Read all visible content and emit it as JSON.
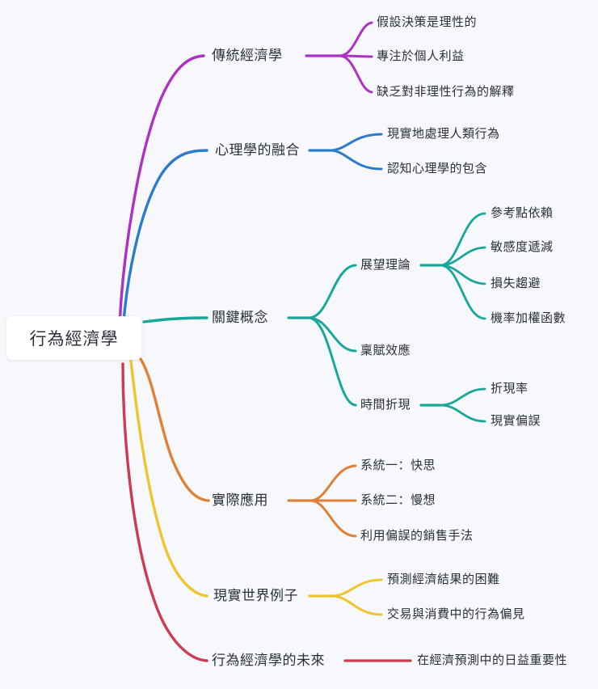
{
  "diagram": {
    "type": "mind-map",
    "title": "行為經濟學",
    "background_color": "#f7f8fc",
    "root": {
      "label": "行為經濟學",
      "box_fill": "#ffffff",
      "text_color": "#2b2f38"
    },
    "branches": [
      {
        "label": "傳統經濟學",
        "color": "#ad31c4",
        "children": [
          {
            "label": "假設決策是理性的",
            "children": []
          },
          {
            "label": "專注於個人利益",
            "children": []
          },
          {
            "label": "缺乏對非理性行為的解釋",
            "children": []
          }
        ]
      },
      {
        "label": "心理學的融合",
        "color": "#2b7ccc",
        "children": [
          {
            "label": "現實地處理人類行為",
            "children": []
          },
          {
            "label": "認知心理學的包含",
            "children": []
          }
        ]
      },
      {
        "label": "關鍵概念",
        "color": "#18a79a",
        "children": [
          {
            "label": "展望理論",
            "children": [
              {
                "label": "參考點依賴"
              },
              {
                "label": "敏感度遞減"
              },
              {
                "label": "損失趨避"
              },
              {
                "label": "機率加權函數"
              }
            ]
          },
          {
            "label": "稟賦效應",
            "children": []
          },
          {
            "label": "時間折現",
            "children": [
              {
                "label": "折現率"
              },
              {
                "label": "現實偏誤"
              }
            ]
          }
        ]
      },
      {
        "label": "實際應用",
        "color": "#e08036",
        "children": [
          {
            "label": "系統一：快思",
            "children": []
          },
          {
            "label": "系統二：慢想",
            "children": []
          },
          {
            "label": "利用偏誤的銷售手法",
            "children": []
          }
        ]
      },
      {
        "label": "現實世界例子",
        "color": "#eec431",
        "children": [
          {
            "label": "預測經濟結果的困難",
            "children": []
          },
          {
            "label": "交易與消費中的行為偏見",
            "children": []
          }
        ]
      },
      {
        "label": "行為經濟學的未來",
        "color": "#cd3b53",
        "children": [
          {
            "label": "在經濟預測中的日益重要性",
            "children": []
          }
        ]
      }
    ]
  }
}
